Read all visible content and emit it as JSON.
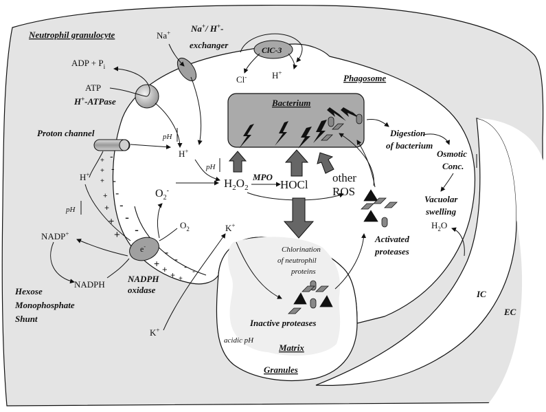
{
  "labels": {
    "neutrophil": "Neutrophil granulocyte",
    "na": "Na",
    "na_sup": "+",
    "exchanger_line1": "Na",
    "exchanger_sup1": "+",
    "exchanger_slash": "/ H",
    "exchanger_sup2": "+",
    "exchanger_dash": "-",
    "exchanger_line2": "exchanger",
    "clc3": "ClC-3",
    "cl": "Cl",
    "cl_sup": "-",
    "h_top": "H",
    "h_top_sup": "+",
    "phagosome": "Phagosome",
    "adp": "ADP + P",
    "adp_sub": "i",
    "atp": "ATP",
    "hatpase": "H",
    "hatpase_sup": "+",
    "hatpase_rest": "-ATPase",
    "bacterium": "Bacterium",
    "proton_channel": "Proton channel",
    "ph_1": "pH",
    "h_mid": "H",
    "h_mid_sup": "+",
    "ph_2": "pH",
    "h2o2_a": "H",
    "h2o2_b": "2",
    "h2o2_c": "O",
    "h2o2_d": "2",
    "mpo": "MPO",
    "hocl": "HOCl",
    "other": "other",
    "ros": "ROS",
    "o2minus": "O",
    "o2minus_sub": "2",
    "o2minus_sup": "-",
    "o2": "O",
    "o2_sub": "2",
    "h_left": "H",
    "h_left_sup": "+",
    "ph_3": "pH",
    "nadp": "NADP",
    "nadp_sup": "+",
    "nadph": "NADPH",
    "eminus": "e",
    "eminus_sup": "-",
    "nadph_ox1": "NADPH",
    "nadph_ox2": "oxidase",
    "hexose1": "Hexose",
    "hexose2": "Monophosphate",
    "hexose3": "Shunt",
    "kplus_in": "K",
    "kplus_in_sup": "+",
    "kplus_out": "K",
    "kplus_out_sup": "+",
    "chlor1": "Chlorination",
    "chlor2": "of neutrophil",
    "chlor3": "proteins",
    "activated1": "Activated",
    "activated2": "proteases",
    "inactive": "Inactive proteases",
    "acidic": "acidic pH",
    "matrix": "Matrix",
    "granules": "Granules",
    "digestion1": "Digestion",
    "digestion2": "of bacterium",
    "osmotic1": "Osmotic",
    "osmotic2": "Conc.",
    "vacuolar1": "Vacuolar",
    "vacuolar2": "swelling",
    "water_a": "H",
    "water_b": "2",
    "water_c": "O",
    "ic": "IC",
    "ec": "EC"
  },
  "colors": {
    "cell_fill": "#e4e4e4",
    "phagosome_fill": "#ffffff",
    "bacterium_fill": "#aaaaaa",
    "dark_arrow": "#666666",
    "matrix_fill": "#efefef"
  }
}
